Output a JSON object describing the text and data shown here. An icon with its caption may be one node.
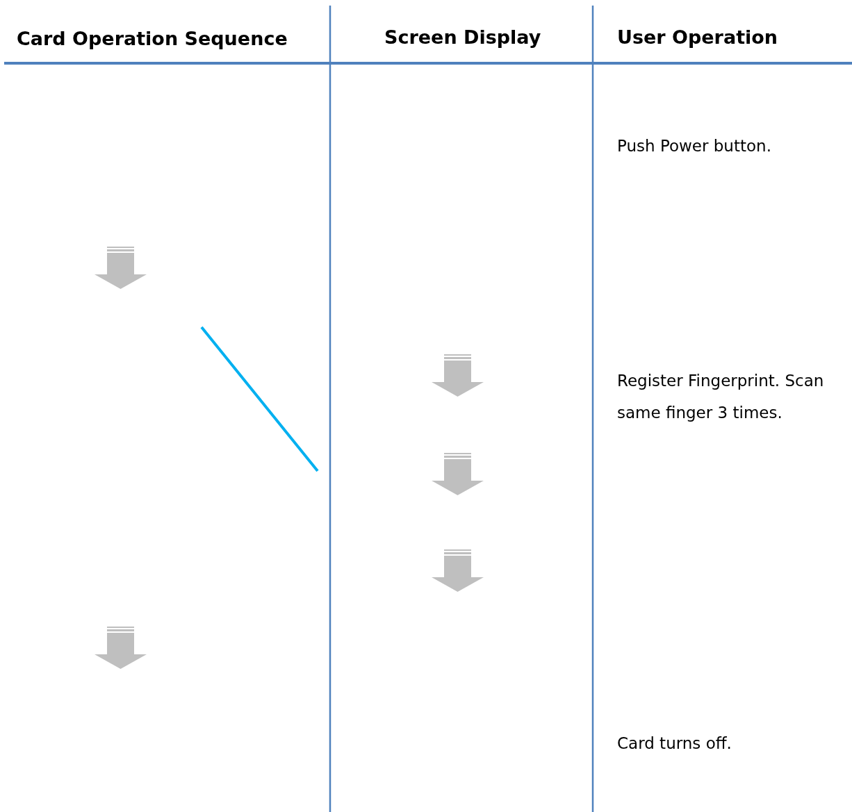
{
  "diagram": {
    "labels": [
      "Card Operation Sequence",
      "Screen Display",
      "User Operation",
      "Push Power button.",
      "Register Fingerprint. Scan same finger 3 times.",
      "Card turns off."
    ]
  }
}
